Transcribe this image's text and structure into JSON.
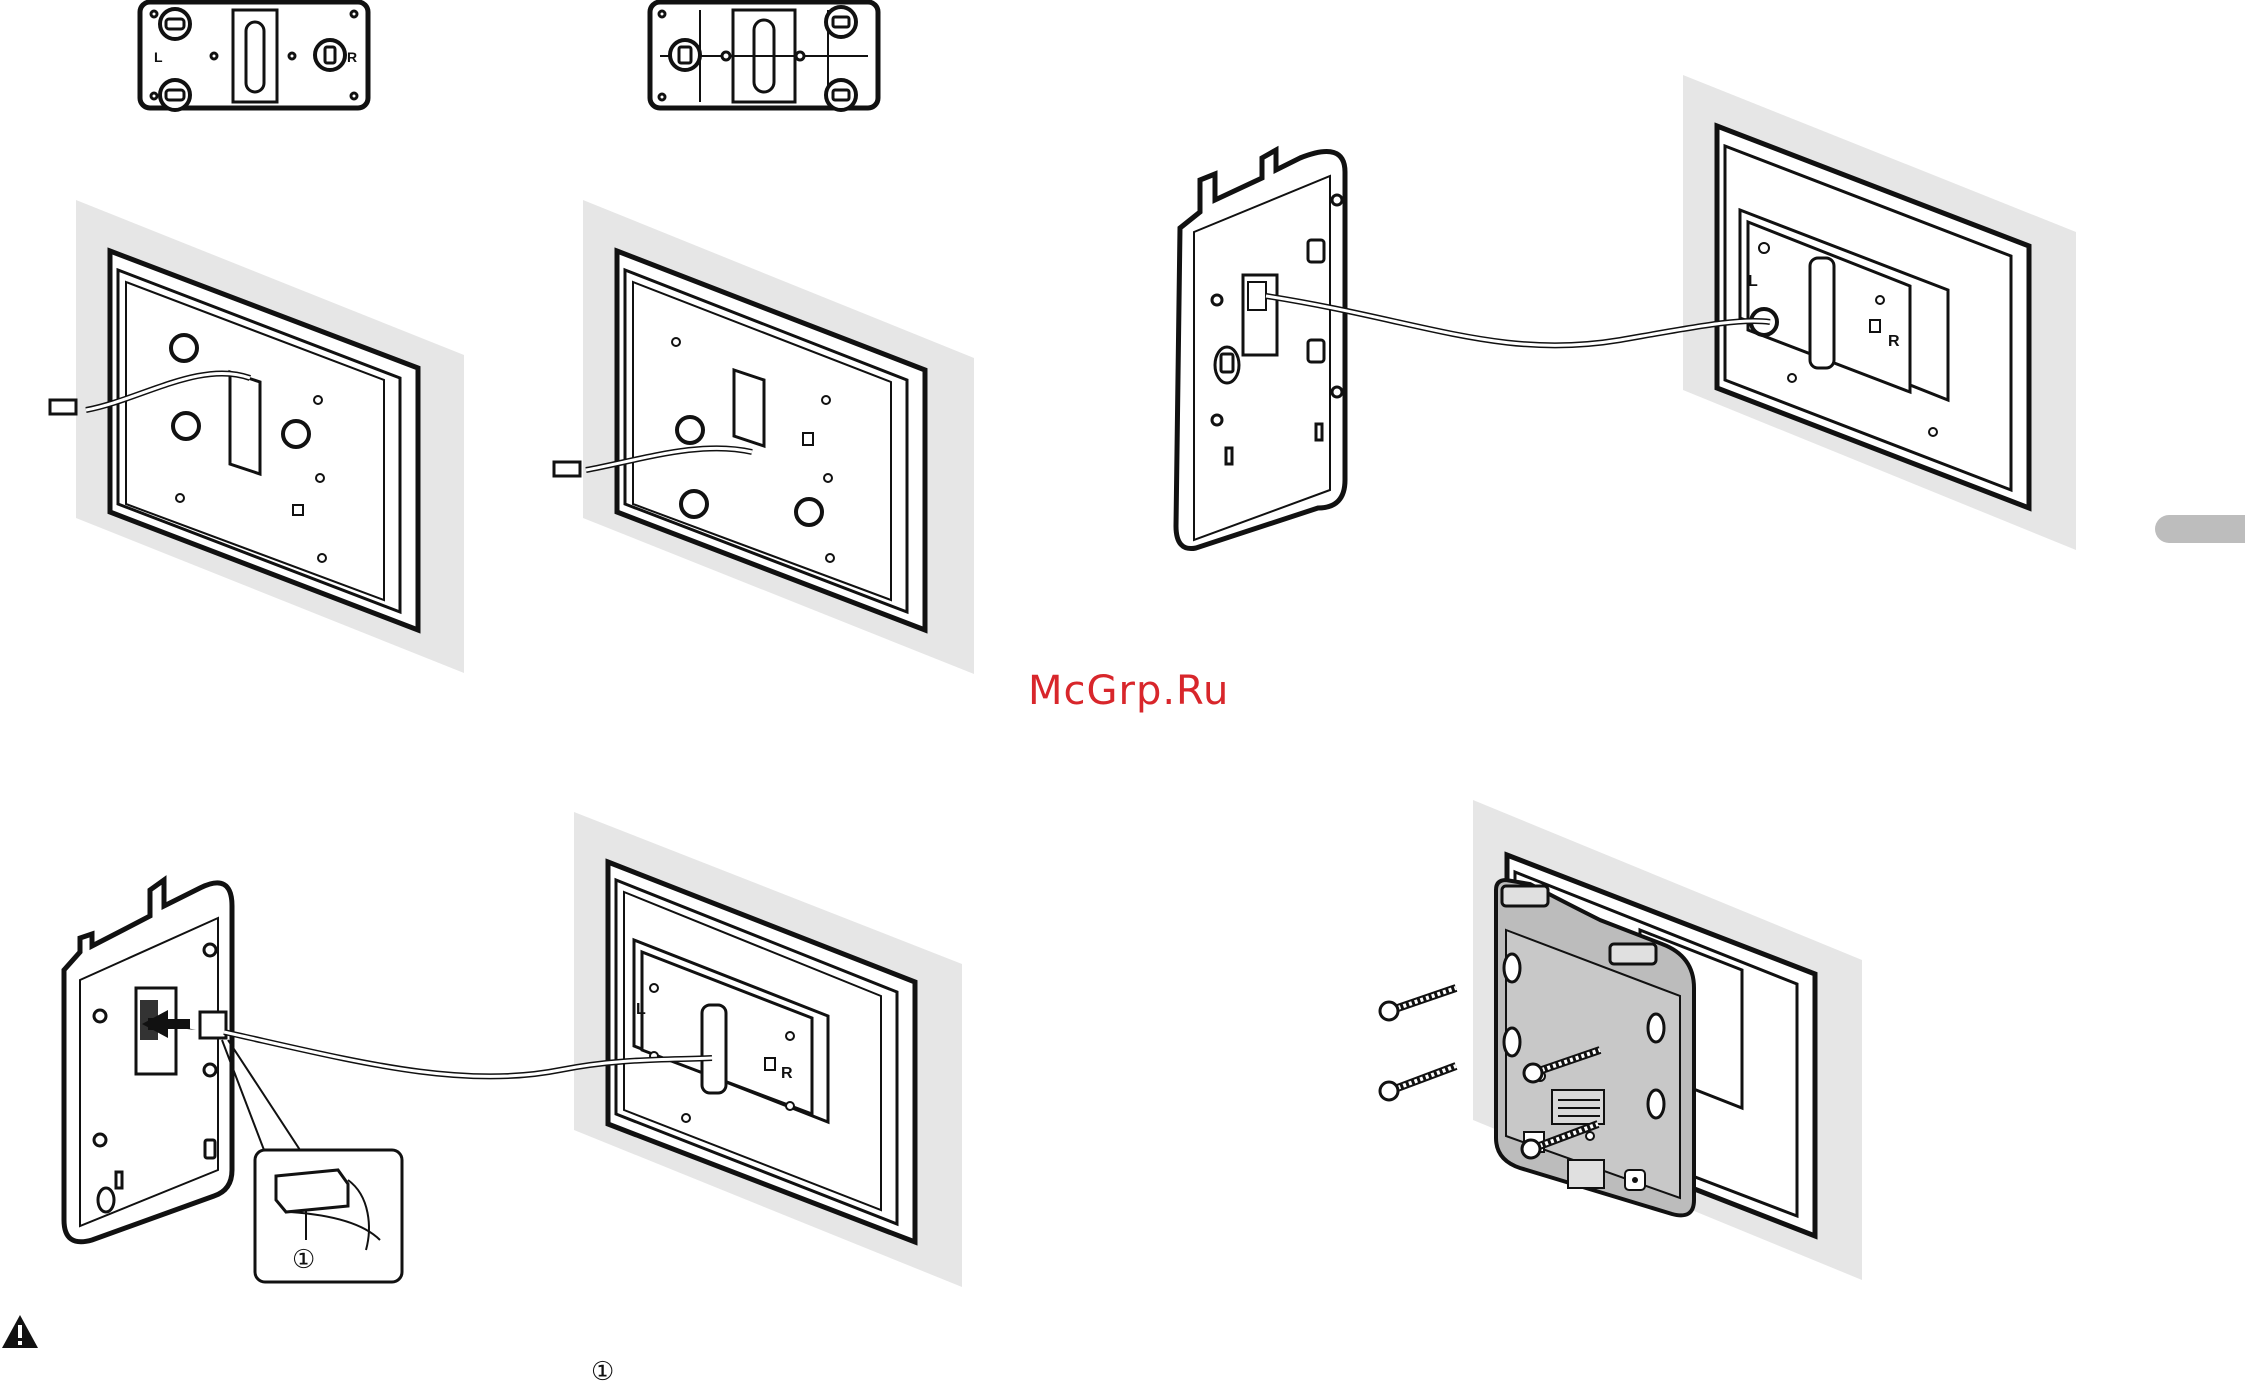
{
  "page": {
    "watermark": "McGrp.Ru",
    "footnote_marker": "①"
  },
  "labels": {
    "left": "L",
    "right": "R",
    "callout": "①"
  },
  "colors": {
    "wall": "#e6e6e6",
    "line": "#111111",
    "bracket_fill": "#bcbcbc",
    "watermark": "#d8262b",
    "side_tab": "#bdbdbd"
  },
  "icons": {
    "warning": "warning-triangle-icon"
  }
}
